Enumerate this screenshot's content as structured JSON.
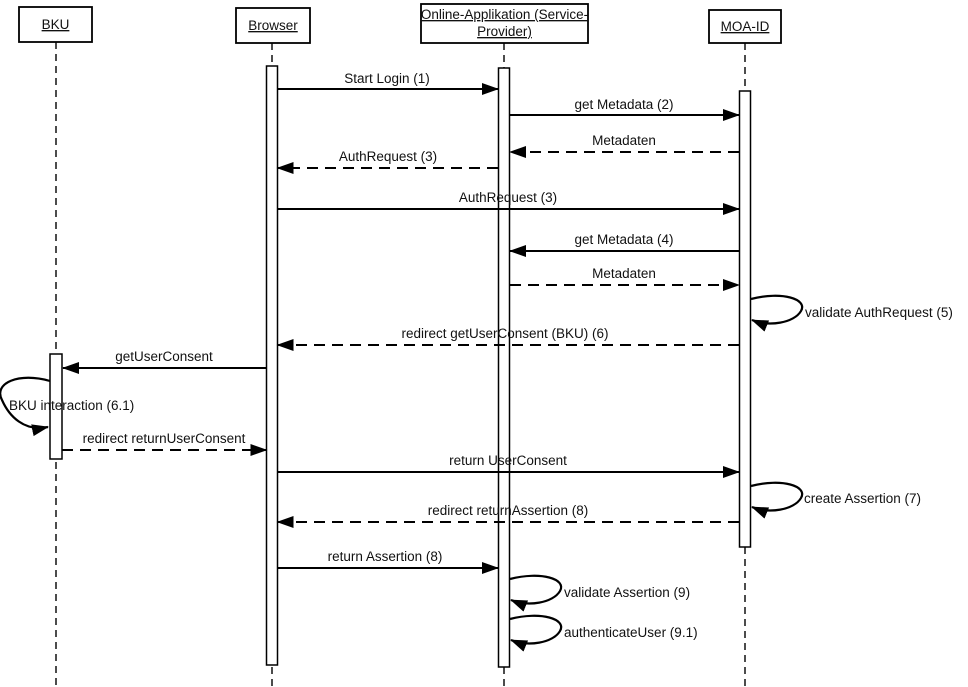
{
  "diagram": {
    "kind": "uml-sequence-diagram",
    "background_color": "#ffffff",
    "ink_color": "#000000"
  },
  "actors": [
    {
      "id": "bku",
      "name": "BKU"
    },
    {
      "id": "browser",
      "name": "Browser"
    },
    {
      "id": "online-applikation",
      "line1": "Online-Applikation (Service-",
      "line2": "Provider)"
    },
    {
      "id": "moa-id",
      "name": "MOA-ID"
    }
  ],
  "messages": [
    {
      "label": "Start Login (1)",
      "from": "Browser",
      "to": "Online-Applikation (Service-Provider)",
      "style": "solid"
    },
    {
      "label": "get Metadata (2)",
      "from": "Online-Applikation (Service-Provider)",
      "to": "MOA-ID",
      "style": "solid"
    },
    {
      "label": "Metadaten",
      "from": "MOA-ID",
      "to": "Online-Applikation (Service-Provider)",
      "style": "dashed"
    },
    {
      "label": "AuthRequest (3)",
      "from": "Online-Applikation (Service-Provider)",
      "to": "Browser",
      "style": "dashed"
    },
    {
      "label": "AuthRequest (3)",
      "from": "Browser",
      "to": "MOA-ID",
      "style": "solid"
    },
    {
      "label": "get Metadata (4)",
      "from": "MOA-ID",
      "to": "Online-Applikation (Service-Provider)",
      "style": "solid"
    },
    {
      "label": "Metadaten",
      "from": "Online-Applikation (Service-Provider)",
      "to": "MOA-ID",
      "style": "dashed"
    },
    {
      "label": "validate AuthRequest (5)",
      "from": "MOA-ID",
      "to": "MOA-ID",
      "style": "self"
    },
    {
      "label": "redirect getUserConsent (BKU) (6)",
      "from": "MOA-ID",
      "to": "Browser",
      "style": "dashed"
    },
    {
      "label": "getUserConsent",
      "from": "Browser",
      "to": "BKU",
      "style": "solid"
    },
    {
      "label": "BKU interaction (6.1)",
      "from": "BKU",
      "to": "BKU",
      "style": "self"
    },
    {
      "label": "redirect returnUserConsent",
      "from": "BKU",
      "to": "Browser",
      "style": "dashed"
    },
    {
      "label": "return UserConsent",
      "from": "Browser",
      "to": "MOA-ID",
      "style": "solid"
    },
    {
      "label": "create Assertion (7)",
      "from": "MOA-ID",
      "to": "MOA-ID",
      "style": "self"
    },
    {
      "label": "redirect returnAssertion (8)",
      "from": "MOA-ID",
      "to": "Browser",
      "style": "dashed"
    },
    {
      "label": "return Assertion (8)",
      "from": "Browser",
      "to": "Online-Applikation (Service-Provider)",
      "style": "solid"
    },
    {
      "label": "validate Assertion (9)",
      "from": "Online-Applikation (Service-Provider)",
      "to": "Online-Applikation (Service-Provider)",
      "style": "self"
    },
    {
      "label": "authenticateUser (9.1)",
      "from": "Online-Applikation (Service-Provider)",
      "to": "Online-Applikation (Service-Provider)",
      "style": "self"
    }
  ]
}
